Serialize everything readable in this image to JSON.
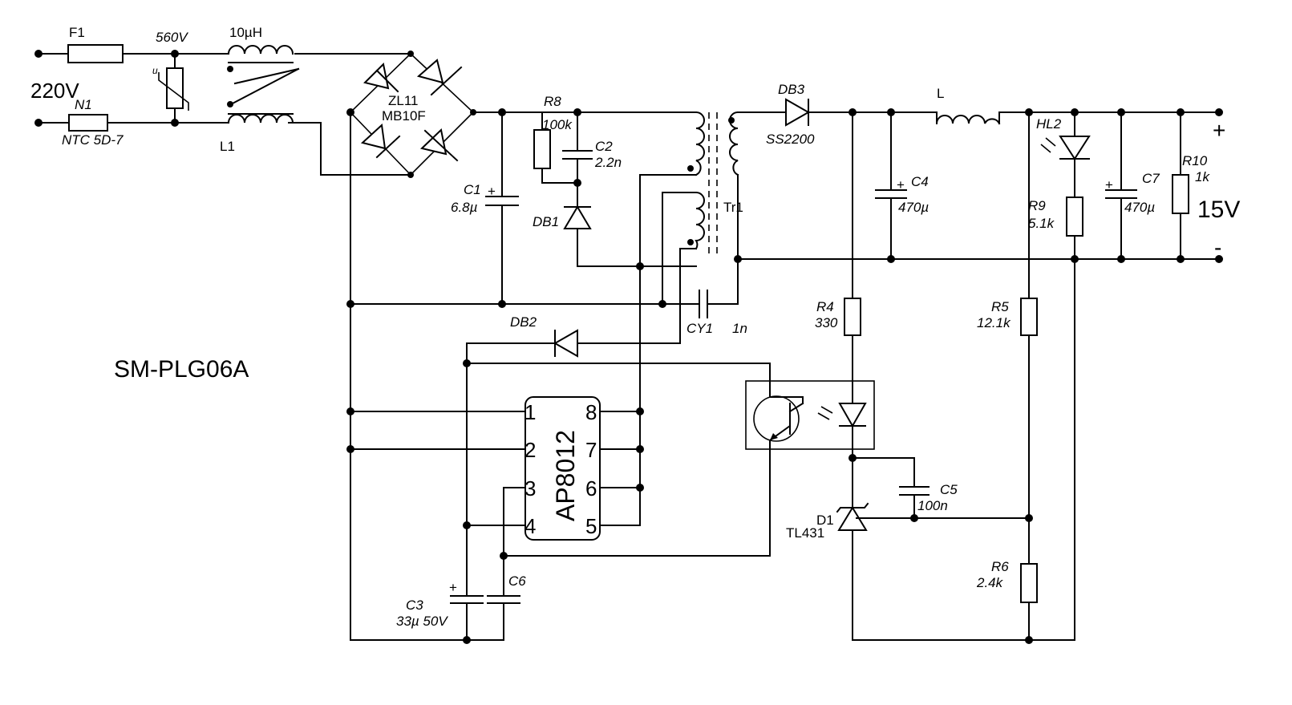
{
  "title": "SM-PLG06A",
  "input": {
    "voltage": "220V"
  },
  "output": {
    "voltage": "15V",
    "plus": "+",
    "minus": "-"
  },
  "components": {
    "F1": {
      "ref": "F1"
    },
    "varistor": {
      "rating": "560V",
      "symbol": "u"
    },
    "choke": {
      "value": "10µH",
      "ref": "L1"
    },
    "N1": {
      "ref": "N1",
      "part": "NTC 5D-7"
    },
    "bridge": {
      "ref": "ZL11",
      "part": "MB10F"
    },
    "R8": {
      "ref": "R8",
      "value": "100k"
    },
    "C2": {
      "ref": "C2",
      "value": "2.2n"
    },
    "C1": {
      "ref": "C1",
      "value": "6.8µ"
    },
    "DB1": {
      "ref": "DB1"
    },
    "Tr1": {
      "ref": "Tr1"
    },
    "CY1": {
      "ref": "CY1",
      "value": "1n"
    },
    "DB2": {
      "ref": "DB2"
    },
    "DB3": {
      "ref": "DB3",
      "part": "SS2200"
    },
    "L": {
      "ref": "L"
    },
    "C4": {
      "ref": "C4",
      "value": "470µ"
    },
    "HL2": {
      "ref": "HL2"
    },
    "R9": {
      "ref": "R9",
      "value": "5.1k"
    },
    "C7": {
      "ref": "C7",
      "value": "470µ"
    },
    "R10": {
      "ref": "R10",
      "value": "1k"
    },
    "R4": {
      "ref": "R4",
      "value": "330"
    },
    "R5": {
      "ref": "R5",
      "value": "12.1k"
    },
    "C5": {
      "ref": "C5",
      "value": "100n"
    },
    "D1": {
      "ref": "D1",
      "part": "TL431"
    },
    "R6": {
      "ref": "R6",
      "value": "2.4k"
    },
    "C3": {
      "ref": "C3",
      "value": "33µ 50V"
    },
    "C6": {
      "ref": "C6"
    },
    "ic": {
      "part": "AP8012",
      "pins": [
        "1",
        "2",
        "3",
        "4",
        "5",
        "6",
        "7",
        "8"
      ]
    },
    "polarity_mark": "+"
  }
}
